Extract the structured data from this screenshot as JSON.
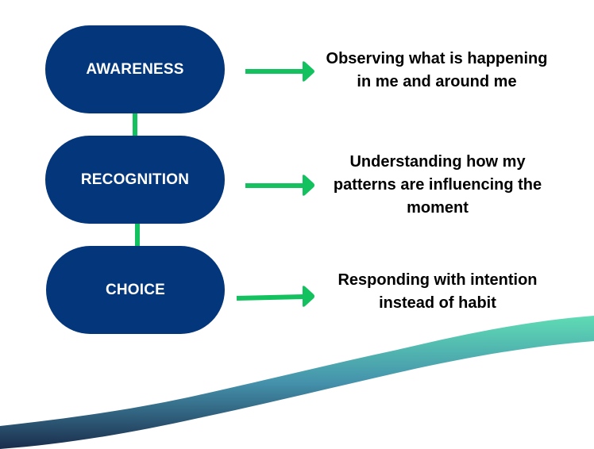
{
  "diagram": {
    "type": "process-flow",
    "colors": {
      "pill": "#03367a",
      "pill_text": "#ffffff",
      "connector": "#13c25e",
      "arrow": "#13c25e",
      "description_text": "#000000",
      "wave_top": "#5fdcb4",
      "wave_mid": "#4592ac",
      "wave_bottom": "#1a2d4c"
    },
    "steps": [
      {
        "label": "AWARENESS",
        "description_lines": [
          "Observing what is happening",
          "in me and around me"
        ]
      },
      {
        "label": "RECOGNITION",
        "description_lines": [
          "Understanding how my",
          "patterns are influencing the",
          "moment"
        ]
      },
      {
        "label": "CHOICE",
        "description_lines": [
          "Responding with intention",
          "instead of habit"
        ]
      }
    ]
  }
}
